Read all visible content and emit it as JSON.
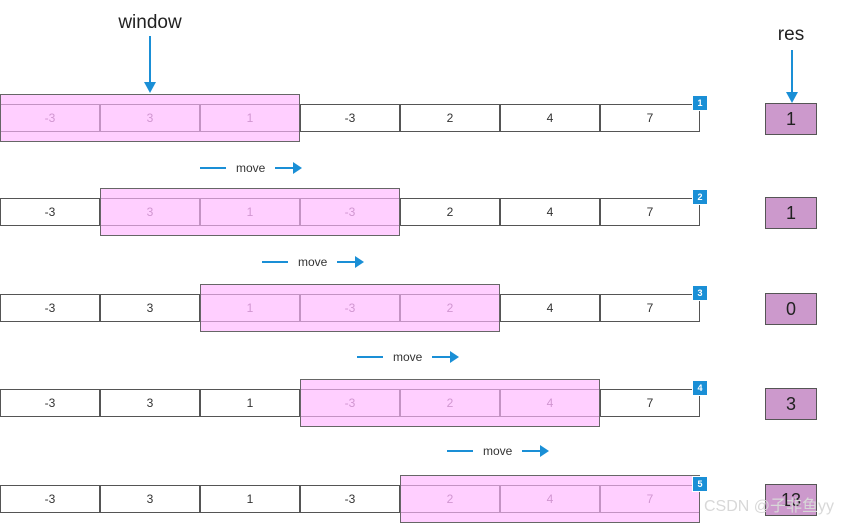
{
  "labels": {
    "window": "window",
    "res": "res",
    "move": "move"
  },
  "array": [
    "-3",
    "3",
    "1",
    "-3",
    "2",
    "4",
    "7"
  ],
  "steps": [
    {
      "step": "1",
      "window_start": 0,
      "res": "1"
    },
    {
      "step": "2",
      "window_start": 1,
      "res": "1"
    },
    {
      "step": "3",
      "window_start": 2,
      "res": "0"
    },
    {
      "step": "4",
      "window_start": 3,
      "res": "3"
    },
    {
      "step": "5",
      "window_start": 4,
      "res": "13"
    }
  ],
  "watermark": "CSDN @子非鱼yy",
  "colors": {
    "window_fill": "#ffb6ff",
    "res_fill": "#cc99cc",
    "accent": "#1a8fd6"
  }
}
